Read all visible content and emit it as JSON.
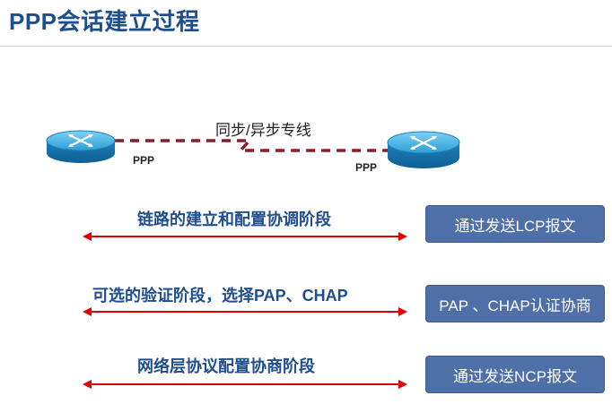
{
  "title": "PPP会话建立过程",
  "link": {
    "label": "同步/异步专线"
  },
  "routers": [
    {
      "name": "router-left",
      "protocol_label": "PPP"
    },
    {
      "name": "router-right",
      "protocol_label": "PPP"
    }
  ],
  "phases": [
    {
      "label": "链路的建立和配置协调阶段",
      "action": "通过发送LCP报文"
    },
    {
      "label": "可选的验证阶段，选择PAP、CHAP",
      "action": "PAP 、CHAP认证协商"
    },
    {
      "label": "网络层协议配置协商阶段",
      "action": "通过发送NCP报文"
    }
  ],
  "colors": {
    "title": "#1f4e8c",
    "phase_text": "#1f4e8c",
    "arrow": "#e00000",
    "serial_link": "#8b1a2b",
    "router_body": "#2a9fd6",
    "box_fill": "#4f6fa8"
  }
}
